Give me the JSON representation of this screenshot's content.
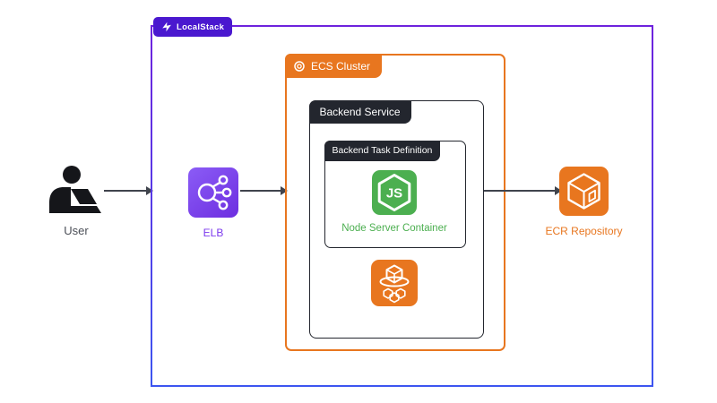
{
  "localstack": {
    "label": "LocalStack"
  },
  "ecs_cluster": {
    "label": "ECS Cluster"
  },
  "backend_service": {
    "label": "Backend Service"
  },
  "backend_task_definition": {
    "label": "Backend Task Definition"
  },
  "node_container": {
    "label": "Node Server Container",
    "badge_text": "JS"
  },
  "elb": {
    "label": "ELB"
  },
  "ecr": {
    "label": "ECR Repository"
  },
  "user": {
    "label": "User"
  },
  "colors": {
    "localstack_tab_bg": "#4A18CF",
    "boundary_gradient_top": "#6E22DD",
    "boundary_gradient_bottom": "#3D55F0",
    "aws_orange": "#E8761F",
    "dark_label_bg": "#23262E",
    "node_green": "#4CAF50",
    "elb_purple": "#7C3AED",
    "arrow_gray": "#40444D"
  }
}
